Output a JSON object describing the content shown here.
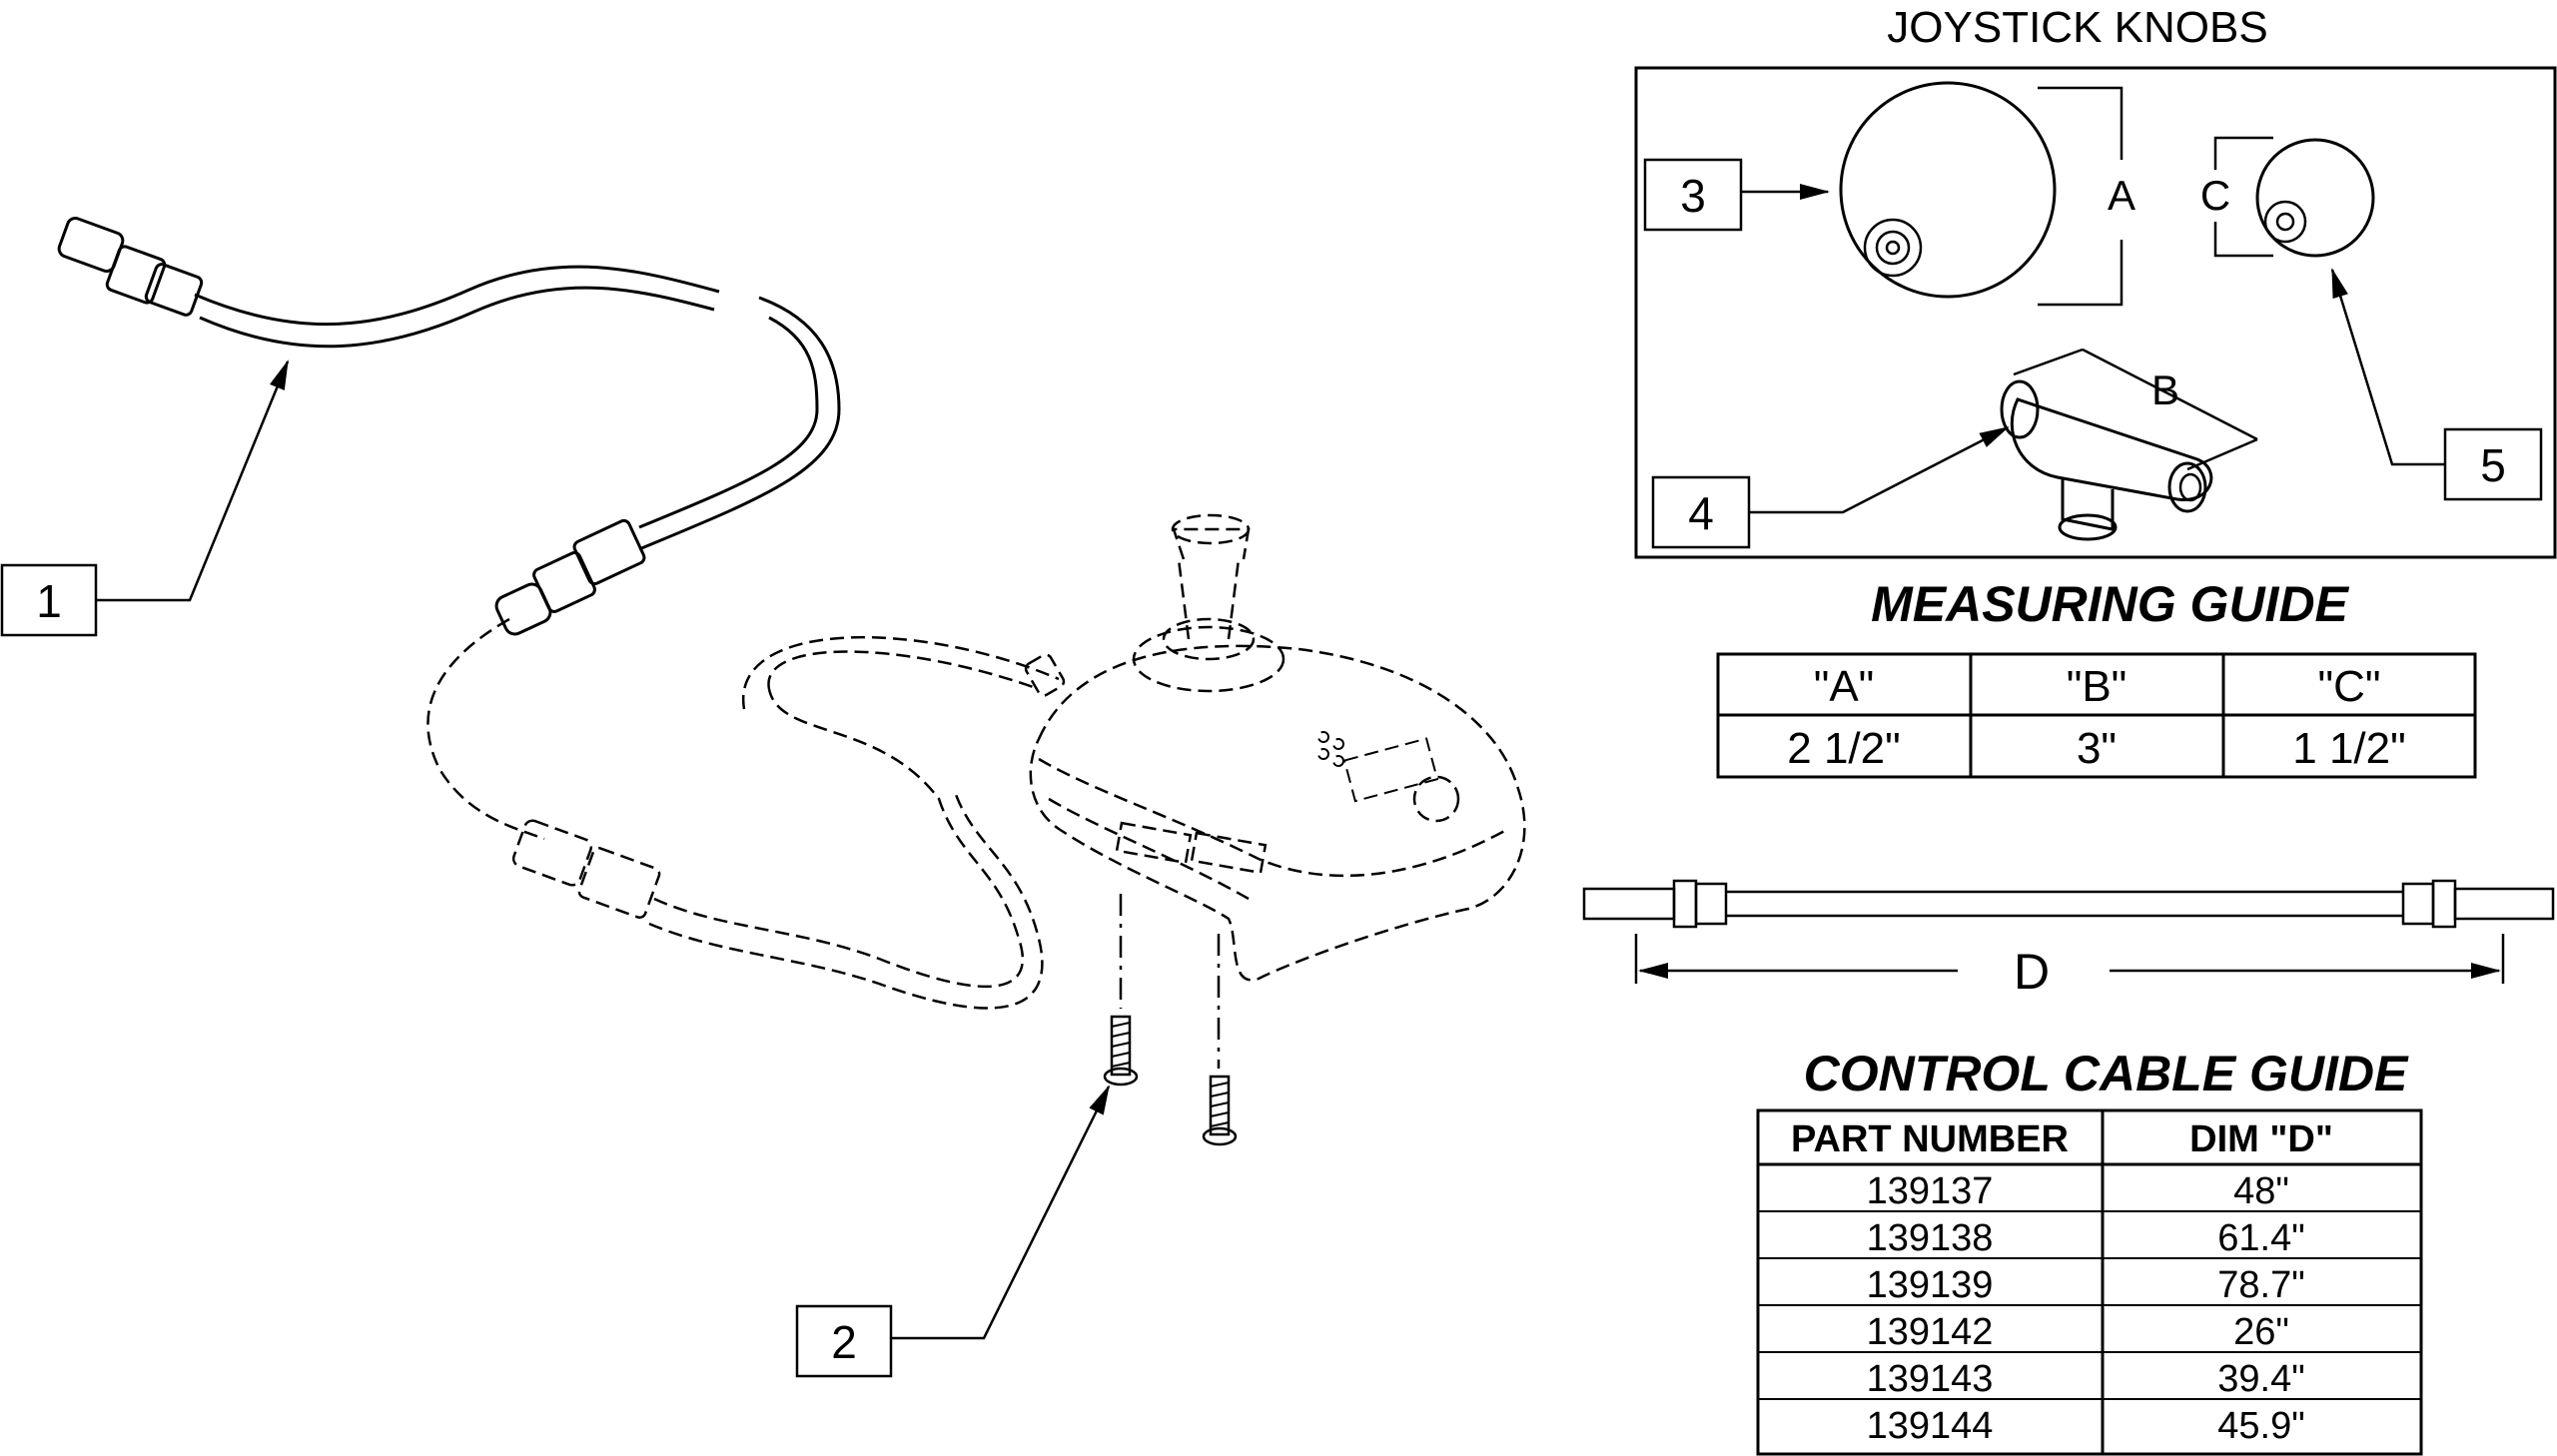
{
  "callouts": {
    "c1": "1",
    "c2": "2",
    "c3": "3",
    "c4": "4",
    "c5": "5"
  },
  "knobs": {
    "title": "JOYSTICK KNOBS",
    "dim_a": "A",
    "dim_b": "B",
    "dim_c": "C"
  },
  "cable": {
    "dim_d": "D"
  },
  "measuring_guide": {
    "title": "MEASURING GUIDE",
    "headers": [
      "\"A\"",
      "\"B\"",
      "\"C\""
    ],
    "values": [
      "2 1/2\"",
      "3\"",
      "1 1/2\""
    ]
  },
  "control_cable_guide": {
    "title": "CONTROL CABLE GUIDE",
    "headers": [
      "PART NUMBER",
      "DIM \"D\""
    ],
    "rows": [
      [
        "139137",
        "48\""
      ],
      [
        "139138",
        "61.4\""
      ],
      [
        "139139",
        "78.7\""
      ],
      [
        "139142",
        "26\""
      ],
      [
        "139143",
        "39.4\""
      ],
      [
        "139144",
        "45.9\""
      ]
    ]
  }
}
